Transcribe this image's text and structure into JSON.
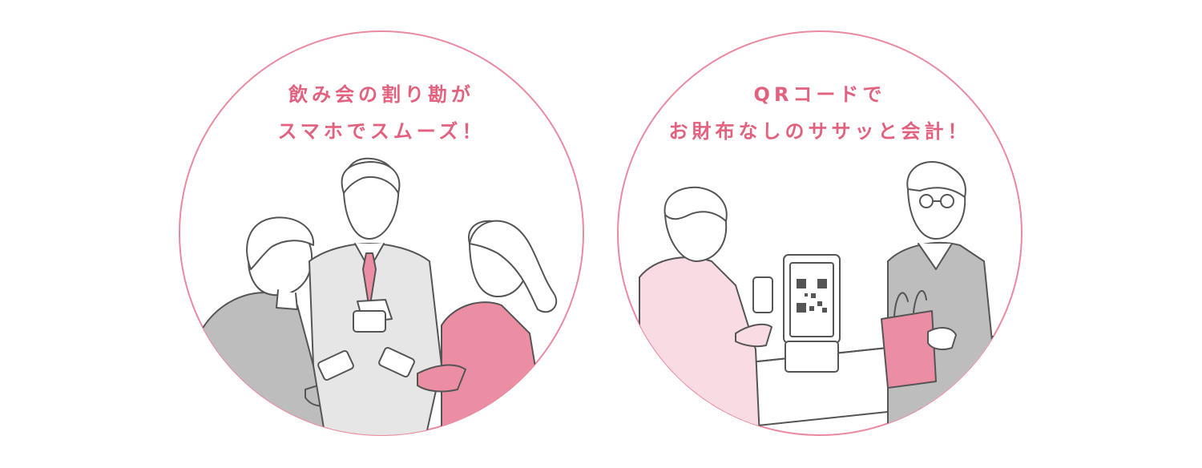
{
  "colors": {
    "accent": "#e2617f",
    "circle_stroke": "#ea8aa0",
    "line": "#555555",
    "gray_fill": "#bdbdbd",
    "light_gray_fill": "#e6e6e6",
    "pink_fill": "#ec8ea3",
    "light_pink_fill": "#f9dce3"
  },
  "panels": [
    {
      "id": "split-bill",
      "caption_line1": "飲み会の割り勘が",
      "caption_line2": "スマホでスムーズ！",
      "scene": "three-people-sharing-phones"
    },
    {
      "id": "qr-checkout",
      "caption_line1": "QRコードで",
      "caption_line2": "お財布なしのササッと会計！",
      "scene": "customer-paying-with-qr-code"
    }
  ]
}
